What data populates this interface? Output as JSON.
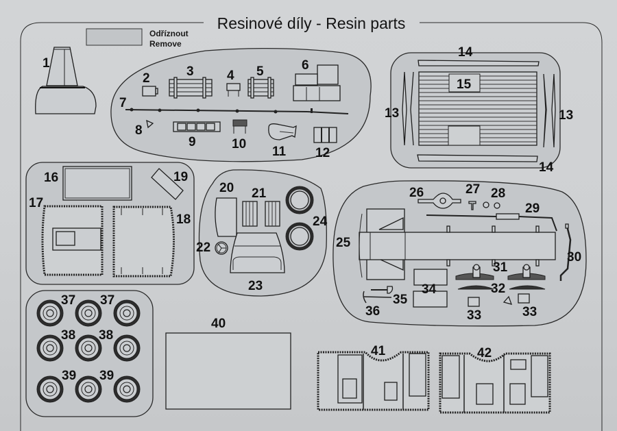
{
  "sheet": {
    "title": "Resinové díly - Resin parts",
    "legend": {
      "swatch_meaning_cz": "Odříznout",
      "swatch_meaning_en": "Remove"
    }
  },
  "colors": {
    "paper": "#d0d2d4",
    "parts_group_fill": "#c4c7ca",
    "line": "#1e1e1e"
  },
  "groups": [
    {
      "id": "cab-roof",
      "parts": [
        "1"
      ]
    },
    {
      "id": "accessories",
      "parts": [
        "2",
        "3",
        "4",
        "5",
        "6",
        "7",
        "8",
        "9",
        "10",
        "11",
        "12"
      ]
    },
    {
      "id": "cargo-bed",
      "parts": [
        "13",
        "13",
        "14",
        "14",
        "15"
      ]
    },
    {
      "id": "cab-panels",
      "parts": [
        "16",
        "17",
        "18",
        "19"
      ]
    },
    {
      "id": "interior",
      "parts": [
        "20",
        "21",
        "22",
        "23",
        "24"
      ]
    },
    {
      "id": "chassis",
      "parts": [
        "25",
        "26",
        "27",
        "28",
        "29",
        "30",
        "31",
        "32",
        "33",
        "33",
        "34",
        "35",
        "36"
      ]
    },
    {
      "id": "wheels",
      "parts": [
        "37",
        "37",
        "38",
        "38",
        "39",
        "39"
      ]
    },
    {
      "id": "plate",
      "parts": [
        "40"
      ]
    },
    {
      "id": "side-walls",
      "parts": [
        "41",
        "42"
      ]
    }
  ],
  "labels": {
    "p1": "1",
    "p2": "2",
    "p3": "3",
    "p4": "4",
    "p5": "5",
    "p6": "6",
    "p7": "7",
    "p8": "8",
    "p9": "9",
    "p10": "10",
    "p11": "11",
    "p12": "12",
    "p13": "13",
    "p14": "14",
    "p15": "15",
    "p16": "16",
    "p17": "17",
    "p18": "18",
    "p19": "19",
    "p20": "20",
    "p21": "21",
    "p22": "22",
    "p23": "23",
    "p24": "24",
    "p25": "25",
    "p26": "26",
    "p27": "27",
    "p28": "28",
    "p29": "29",
    "p30": "30",
    "p31": "31",
    "p32": "32",
    "p33": "33",
    "p34": "34",
    "p35": "35",
    "p36": "36",
    "p37": "37",
    "p38": "38",
    "p39": "39",
    "p40": "40",
    "p41": "41",
    "p42": "42"
  }
}
